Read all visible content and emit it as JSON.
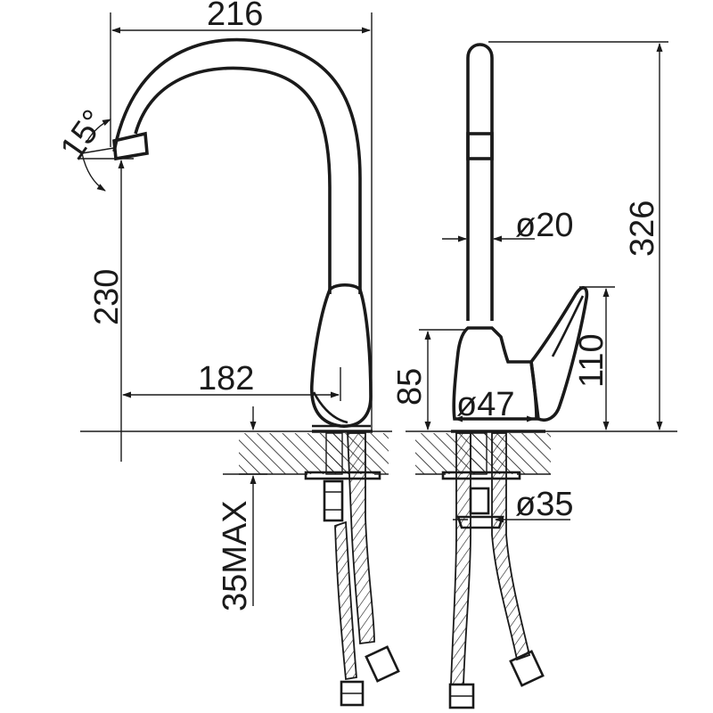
{
  "dimensions": {
    "reach_width": "216",
    "spout_angle": "15°",
    "spout_height": "230",
    "body_reach": "182",
    "max_deck_thickness": "35MAX",
    "total_height": "326",
    "spout_diameter": "ø20",
    "body_height": "85",
    "body_diameter": "ø47",
    "handle_height": "110",
    "mount_diameter": "ø35"
  },
  "colors": {
    "line": "#1a1a1a",
    "background": "#ffffff"
  }
}
